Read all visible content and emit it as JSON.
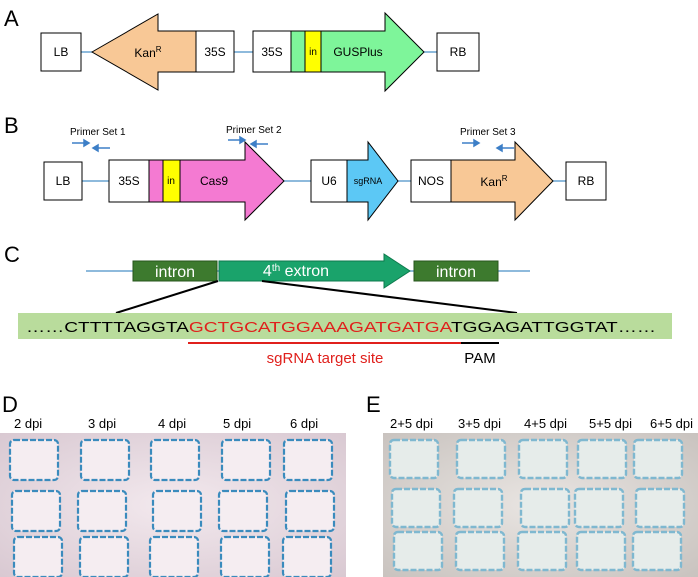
{
  "panelA": {
    "label": "A",
    "lb": "LB",
    "kan_main": "Kan",
    "kan_sup": "R",
    "p35s_left": "35S",
    "p35s_right": "35S",
    "in": "in",
    "gusplus": "GUSPlus",
    "rb": "RB"
  },
  "panelB": {
    "label": "B",
    "primer1": "Primer Set 1",
    "primer2": "Primer Set 2",
    "primer3": "Primer Set 3",
    "lb": "LB",
    "p35s": "35S",
    "in": "in",
    "cas9": "Cas9",
    "u6": "U6",
    "sgrna": "sgRNA",
    "nos": "NOS",
    "kan_main": "Kan",
    "kan_sup": "R",
    "rb": "RB"
  },
  "panelC": {
    "label": "C",
    "intron_left": "intron",
    "exon_main": "4",
    "exon_sup": "th",
    "exon_rest": " extron",
    "intron_right": "intron",
    "seq_prefix": "……CTTTTAGGTA",
    "seq_target": "GCTGCATGGAAAGATGATGA",
    "seq_pam": "TGG",
    "seq_suffix": "AGATTGGTAT……",
    "target_label": "sgRNA target site",
    "pam_label": "PAM"
  },
  "panelD": {
    "label": "D",
    "columns": [
      "2 dpi",
      "3 dpi",
      "4 dpi",
      "5 dpi",
      "6 dpi"
    ]
  },
  "panelE": {
    "label": "E",
    "columns": [
      "2+5 dpi",
      "3+5 dpi",
      "4+5 dpi",
      "5+5 dpi",
      "6+5 dpi"
    ]
  },
  "colors": {
    "kan": "#f8c896",
    "gus": "#7ef59a",
    "cas9": "#f47ad2",
    "sgrna": "#5cc8f5",
    "intron_yellow": "#ffff00",
    "exon": "#1aa36b",
    "intron_box": "#3d7a2e",
    "seq_bg": "#b9dc9c",
    "target_red": "#e0201c",
    "primer_blue": "#3d7fc7",
    "line": "#4a90c8"
  }
}
